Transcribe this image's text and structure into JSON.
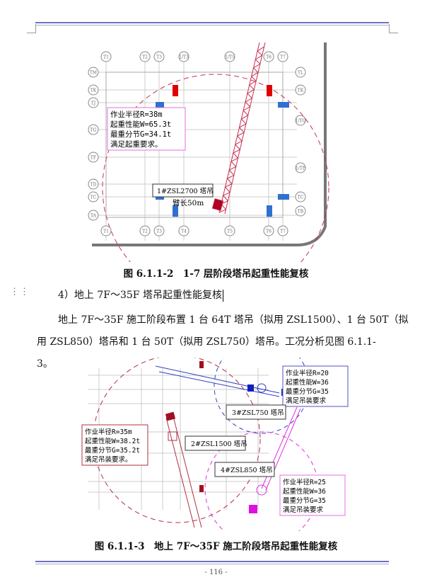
{
  "figure1": {
    "caption": "图 6.1.1-2　1-7 层阶段塔吊起重性能复核",
    "info_lines": [
      "作业半径R=38m",
      "起重性能W=65.3t",
      "最重分节G=34.1t",
      "满足起重要求。"
    ],
    "crane_label": "1#ZSL2700 塔吊",
    "arm_label": "臂长50m",
    "axis_top": [
      "T1",
      "T2",
      "T3",
      "1/T3",
      "1/T5",
      "T6",
      "T7"
    ],
    "axis_left": [
      "TM",
      "TK",
      "TJ",
      "TG",
      "TF",
      "TD",
      "TC",
      "TA"
    ],
    "axis_right": [
      "TL",
      "TK",
      "1/TG",
      "1/TF",
      "TC",
      "TB"
    ],
    "axis_bottom": [
      "T1",
      "T2",
      "T3",
      "T4",
      "T5",
      "T6",
      "T7"
    ]
  },
  "section": {
    "heading": "4）地上 7F～35F 塔吊起重性能复核",
    "paragraph_line1": "地上 7F～35F 施工阶段布置 1 台 64T 塔吊（拟用 ZSL1500）、1 台 50T（拟",
    "paragraph_line2": "用 ZSL850）塔吊和 1 台 50T（拟用 ZSL750）塔吊。工况分析见图 6.1.1-3。"
  },
  "figure2": {
    "caption": "图 6.1.1-3　地上 7F～35F 施工阶段塔吊起重性能复核",
    "crane2": {
      "label": "2#ZSL1500 塔吊",
      "info_lines": [
        "作业半径R=35m",
        "起重性能W=38.2t",
        "最重分节G=35.2t",
        "满足吊装要求。"
      ],
      "color": "#b03040"
    },
    "crane3": {
      "label": "3#ZSL750 塔吊",
      "info_lines": [
        "作业半径R=20",
        "起重性能W=36",
        "最重分节G=35",
        "满足吊装要求"
      ],
      "color": "#3040c0"
    },
    "crane4": {
      "label": "4#ZSL850 塔吊",
      "info_lines": [
        "作业半径R=25",
        "起重性能W=36",
        "最重分节G=35",
        "满足吊装要求"
      ],
      "color": "#e030e0"
    }
  },
  "footer": {
    "page_number": "- 116 -"
  },
  "colors": {
    "header_line": "#7070c8",
    "crane1": "#c83050",
    "column_red": "#e00000",
    "column_blue": "#3070d0"
  }
}
